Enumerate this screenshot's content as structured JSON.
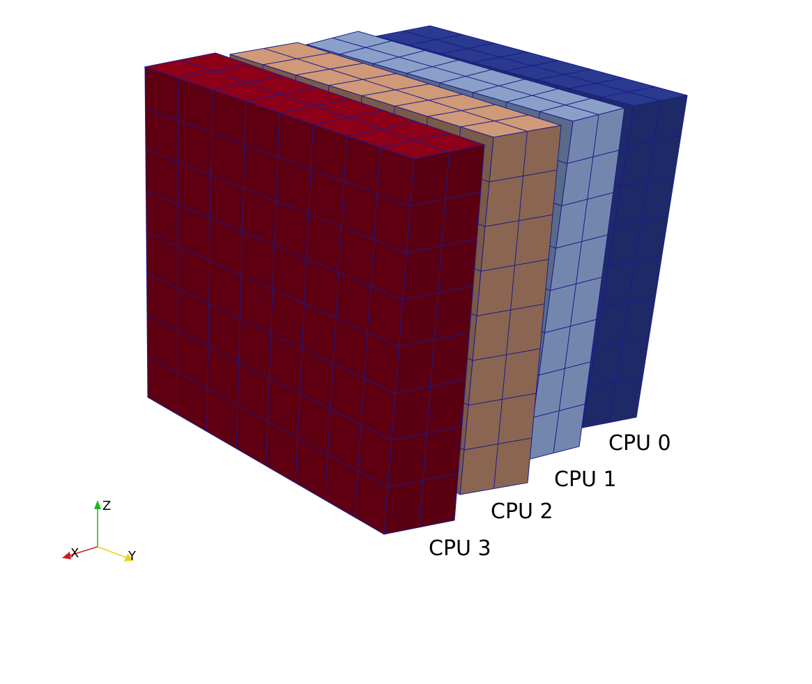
{
  "partitions": [
    {
      "label": "CPU 0",
      "colors": {
        "top": "#2a3a8e",
        "front": "#1f2a6a",
        "side": "#1e2a68"
      },
      "cells": {
        "deep": 2,
        "wide": 8,
        "tall": 8
      }
    },
    {
      "label": "CPU 1",
      "colors": {
        "top": "#8aa0c8",
        "front": "#5a6a8a",
        "side": "#7387ae"
      },
      "cells": {
        "deep": 2,
        "wide": 8,
        "tall": 8
      }
    },
    {
      "label": "CPU 2",
      "colors": {
        "top": "#d09a78",
        "front": "#7a5a48",
        "side": "#8a6652"
      },
      "cells": {
        "deep": 2,
        "wide": 8,
        "tall": 8
      }
    },
    {
      "label": "CPU 3",
      "colors": {
        "top": "#8e0018",
        "front": "#5e0012",
        "side": "#5a0012"
      },
      "cells": {
        "deep": 2,
        "wide": 8,
        "tall": 8
      }
    }
  ],
  "mesh_line_color": "#1a1a8c",
  "axes_triad": {
    "x": {
      "label": "X",
      "color": "#cc1a1a"
    },
    "y": {
      "label": "Y",
      "color": "#e6d21a"
    },
    "z": {
      "label": "Z",
      "color": "#1ab81a"
    }
  }
}
